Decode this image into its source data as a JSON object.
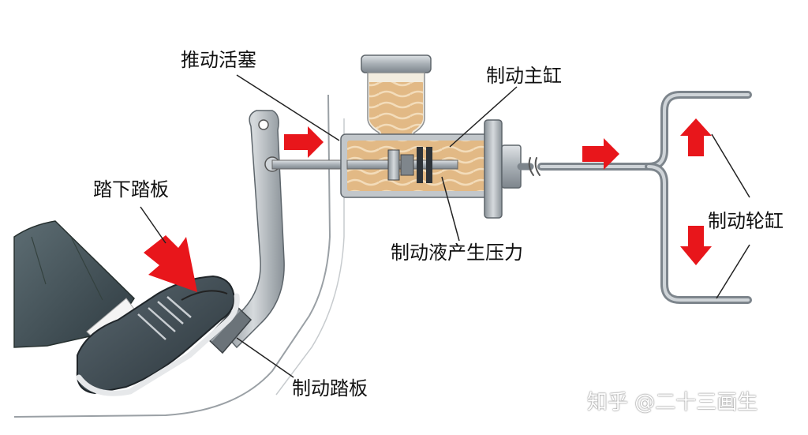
{
  "labels": {
    "push_piston": "推动活塞",
    "master_cylinder": "制动主缸",
    "step_pedal": "踏下踏板",
    "fluid_pressure": "制动液产生压力",
    "wheel_cylinder": "制动轮缸",
    "brake_pedal": "制动踏板"
  },
  "watermark": "知乎 @二十三画生",
  "colors": {
    "arrow": "#e8161b",
    "fluid": "#e6c08f",
    "metal": "#9aa1a8",
    "shoe": "#3d4a52",
    "trouser": "#4a5a60"
  }
}
